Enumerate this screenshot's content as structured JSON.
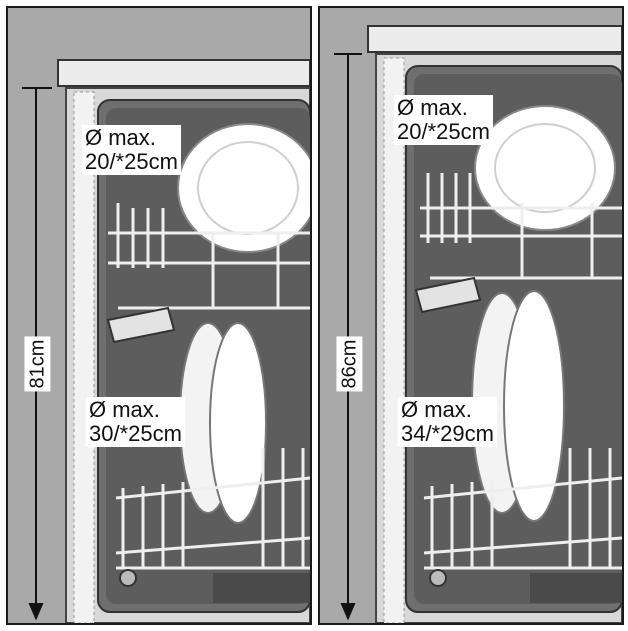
{
  "panels": [
    {
      "height_label": "81cm",
      "upper_basket_label": [
        "Ø max.",
        "20/*25cm"
      ],
      "lower_basket_label": [
        "Ø max.",
        "30/*25cm"
      ]
    },
    {
      "height_label": "86cm",
      "upper_basket_label": [
        "Ø max.",
        "20/*25cm"
      ],
      "lower_basket_label": [
        "Ø max.",
        "34/*29cm"
      ]
    }
  ]
}
